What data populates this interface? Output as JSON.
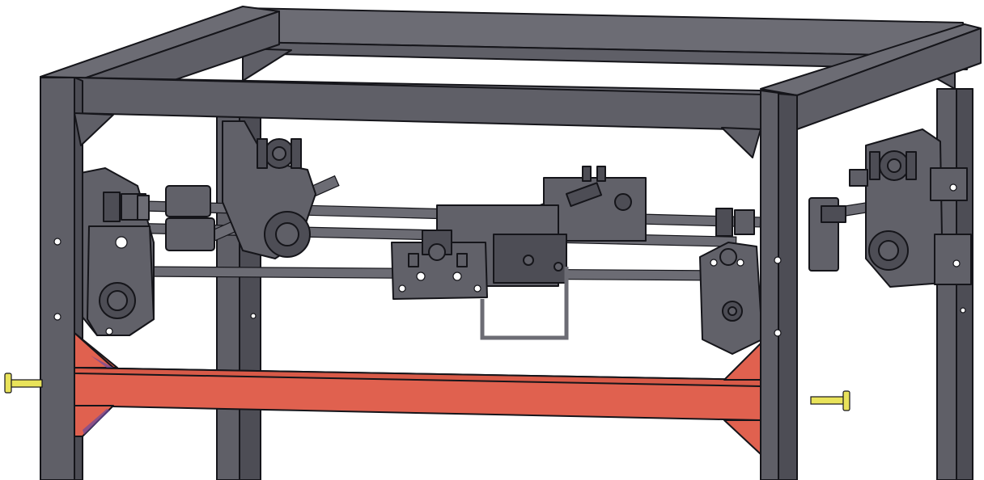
{
  "title": "",
  "colors": {
    "frame": "#5f5f67",
    "frame_dark": "#4d4d55",
    "frame_light": "#6c6c74",
    "crossbar_highlight": "#e0614f",
    "crossbar_shade": "#c9503f",
    "pins": "#e9e35a",
    "outline": "#15151a",
    "background": "#ffffff"
  },
  "parts": {
    "frame": "square-tube-frame",
    "highlighted": "front-crossbar",
    "fasteners": "clevis-pins"
  }
}
